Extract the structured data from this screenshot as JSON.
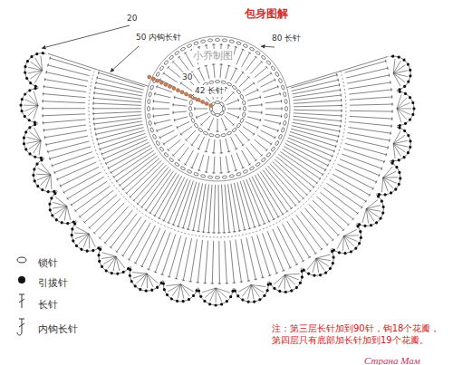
{
  "diagram": {
    "title": "包身图解",
    "labels": [
      "20",
      "50 内钩长针",
      "30",
      "42 长针",
      "80 长针",
      "小乔制图",
      "注：第三层长针加到90针，钩18个花瓣，第四层只有底部加长针加到19个花瓣。",
      "Страна Мам"
    ],
    "legend": [
      {
        "text": "锁针"
      },
      {
        "text": "引拔针"
      },
      {
        "text": "长针"
      },
      {
        "text": "内钩长针"
      }
    ]
  }
}
